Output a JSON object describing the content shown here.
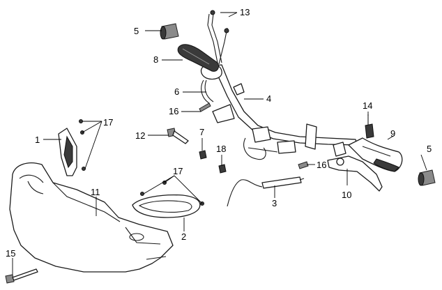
{
  "callouts": {
    "c1": "1",
    "c2": "2",
    "c3": "3",
    "c4": "4",
    "c5a": "5",
    "c5b": "5",
    "c6": "6",
    "c7": "7",
    "c8": "8",
    "c9": "9",
    "c10": "10",
    "c11": "11",
    "c12": "12",
    "c13": "13",
    "c14": "14",
    "c15": "15",
    "c16a": "16",
    "c16b": "16",
    "c17a": "17",
    "c17b": "17",
    "c18": "18"
  },
  "colors": {
    "line": "#1a1a1a",
    "background": "#ffffff",
    "dark_part": "#3a3a3a"
  }
}
